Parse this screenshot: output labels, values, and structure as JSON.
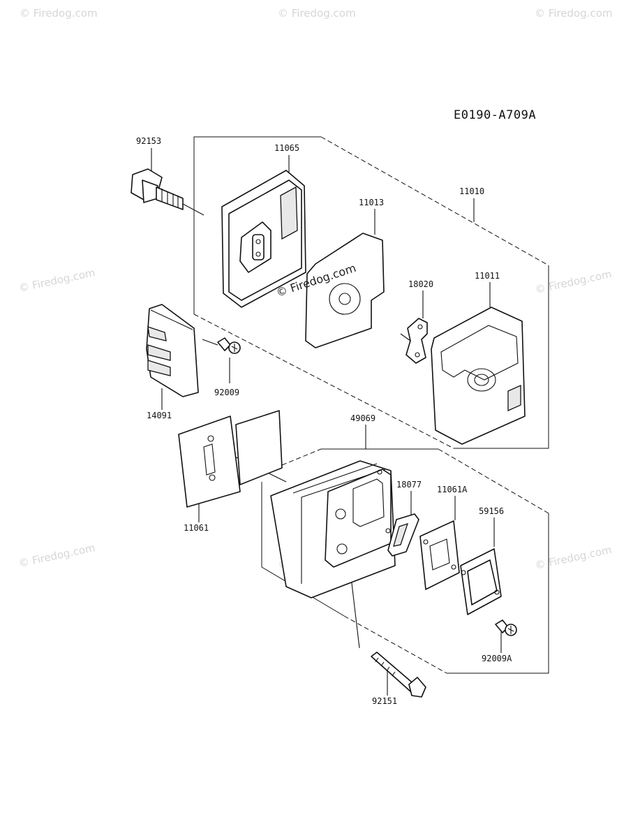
{
  "diagram": {
    "code": "E0190-A709A",
    "watermark": "© Firedog.com",
    "center_watermark": "© Firedog.com",
    "parts": [
      {
        "id": "p-92153",
        "label": "92153"
      },
      {
        "id": "p-11065",
        "label": "11065"
      },
      {
        "id": "p-11010",
        "label": "11010"
      },
      {
        "id": "p-11013",
        "label": "11013"
      },
      {
        "id": "p-18020",
        "label": "18020"
      },
      {
        "id": "p-11011",
        "label": "11011"
      },
      {
        "id": "p-92009",
        "label": "92009"
      },
      {
        "id": "p-14091",
        "label": "14091"
      },
      {
        "id": "p-49069",
        "label": "49069"
      },
      {
        "id": "p-18077",
        "label": "18077"
      },
      {
        "id": "p-11061A",
        "label": "11061A"
      },
      {
        "id": "p-59156",
        "label": "59156"
      },
      {
        "id": "p-11061",
        "label": "11061"
      },
      {
        "id": "p-92009A",
        "label": "92009A"
      },
      {
        "id": "p-92151",
        "label": "92151"
      }
    ]
  }
}
